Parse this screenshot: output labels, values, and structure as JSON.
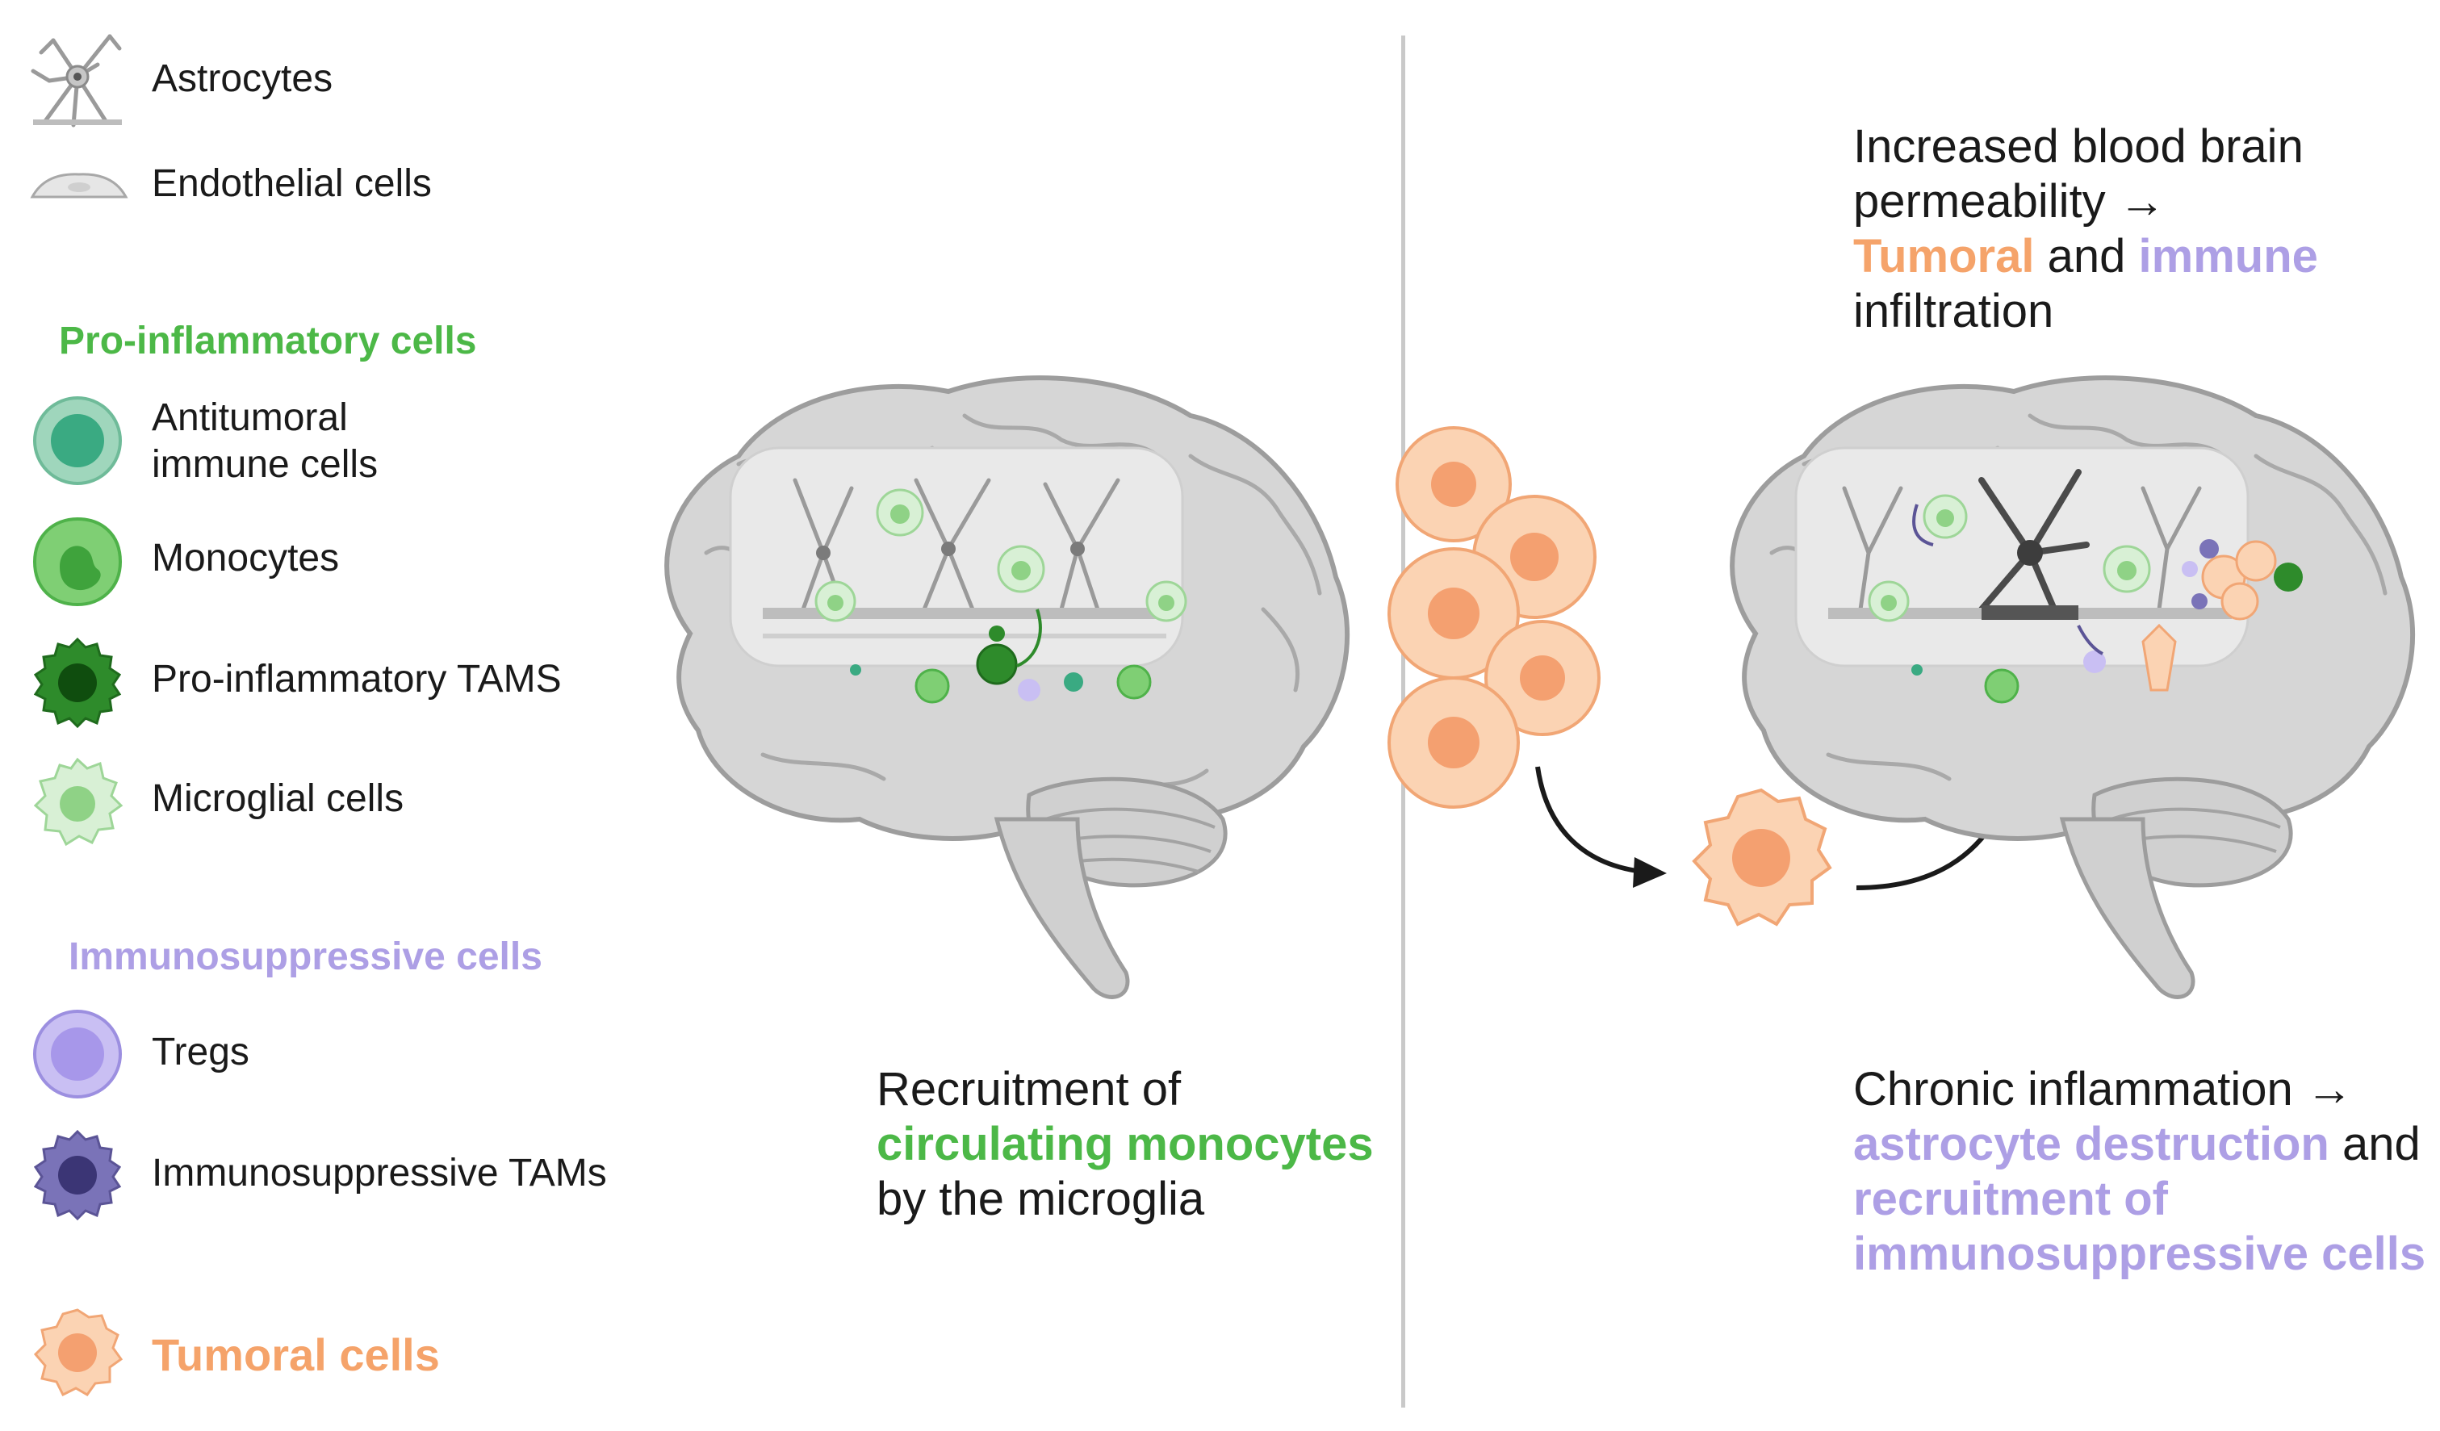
{
  "legend": {
    "astrocytes": "Astrocytes",
    "endothelial": "Endothelial cells",
    "pro_inflammatory_header": "Pro-inflammatory cells",
    "antitumoral_line1": "Antitumoral",
    "antitumoral_line2": "immune cells",
    "monocytes": "Monocytes",
    "pro_inflammatory_tams": "Pro-inflammatory TAMS",
    "microglial": "Microglial cells",
    "immunosuppressive_header": "Immunosuppressive cells",
    "tregs": "Tregs",
    "immunosuppressive_tams": "Immunosuppressive TAMs",
    "tumoral": "Tumoral cells"
  },
  "captions": {
    "recruitment": {
      "line1": "Recruitment of",
      "line2": "circulating monocytes",
      "line3": "by the microglia"
    },
    "bbb": {
      "line1": "Increased blood brain",
      "line2": "permeability →",
      "tumoral": "Tumoral",
      "and": "and",
      "immune": "immune",
      "line4": "infiltration"
    },
    "chronic": {
      "line1": "Chronic inflammation →",
      "destruction": "astrocyte destruction",
      "and": "and",
      "line3": "recruitment of",
      "line4": "immunosuppressive cells"
    }
  },
  "colors": {
    "green": "#4cb847",
    "purple": "#ad9fe5",
    "orange": "#f5a36a",
    "text": "#1a1a1a",
    "brain": "#d4d4d4",
    "divider": "#c9c9c9"
  },
  "icons": {
    "astrocyte": "astrocyte-icon",
    "endothelial": "endothelial-cell-icon",
    "antitumoral": "antitumoral-cell-icon",
    "monocyte": "monocyte-icon",
    "pro_tam": "pro-inflammatory-tam-icon",
    "microglia": "microglia-icon",
    "treg": "treg-icon",
    "immuno_tam": "immunosuppressive-tam-icon",
    "tumor": "tumor-cell-icon"
  }
}
